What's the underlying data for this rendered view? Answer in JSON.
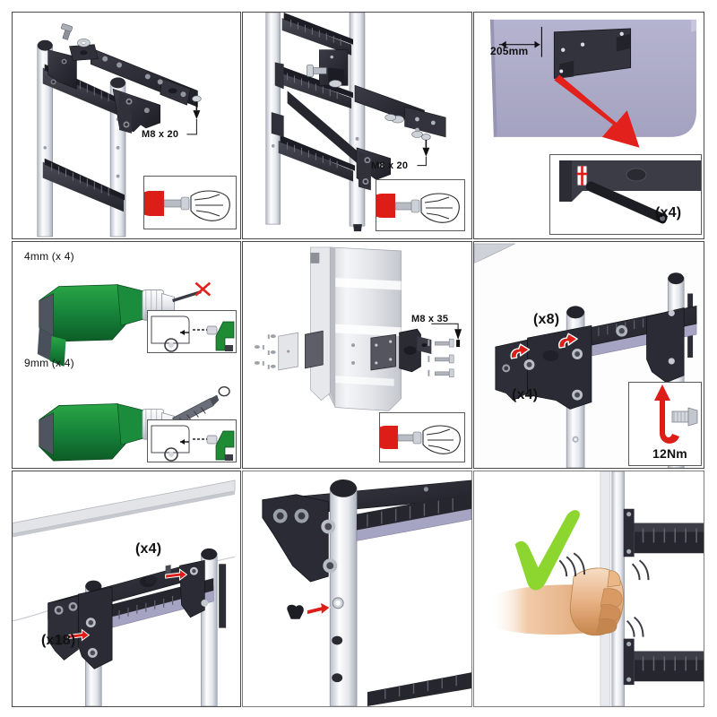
{
  "document": {
    "kind": "assembly-instruction-sheet",
    "layout": "3x3 grid of illustrated steps",
    "background": "#ffffff",
    "panel_border_color": "#4a4a4a"
  },
  "colors": {
    "metal_dark": "#2f2f38",
    "metal_mid": "#4a4a55",
    "lavender_panel": "#acabc8",
    "lavender_light": "#c8c7de",
    "tube_white": "#f3f4f7",
    "tube_shade": "#c9ccd6",
    "arrow_red": "#e2211c",
    "drill_green": "#1f8b35",
    "drill_green_dark": "#146326",
    "check_green": "#8dd630",
    "skin": "#e8b07f",
    "skin_dark": "#b9743c",
    "steel": "#b9bcc4",
    "van_body": "#e8e9ec"
  },
  "panels": [
    {
      "id": "panel-1",
      "name": "ladder-bracket-to-rail-assembly",
      "labels": [
        {
          "text": "M8 x 20",
          "name": "fastener-callout-m8x20"
        }
      ],
      "inset": {
        "name": "hand-tool-inset",
        "icon": "hand-with-red-wrench"
      }
    },
    {
      "id": "panel-2",
      "name": "ladder-rail-bracket-fitting",
      "labels": [
        {
          "text": "M8 x 20",
          "name": "fastener-callout-m8x20"
        }
      ],
      "inset": {
        "name": "hand-tool-inset",
        "icon": "hand-with-red-wrench"
      }
    },
    {
      "id": "panel-3",
      "name": "door-bracket-position-measurement",
      "labels": [
        {
          "text": "205mm",
          "name": "dimension-callout-205mm"
        },
        {
          "text": "(x4)",
          "name": "quantity-callout-x4"
        }
      ],
      "inset": {
        "name": "marking-detail-inset",
        "icon": "marker-pen-on-bracket"
      },
      "arrow": {
        "name": "red-zoom-arrow",
        "color": "#e2211c"
      }
    },
    {
      "id": "panel-4",
      "name": "drilling-pilot-and-clearance-holes",
      "labels": [
        {
          "text": "4mm (x 4)",
          "name": "drill-bit-callout-4mm"
        },
        {
          "text": "9mm (x 4)",
          "name": "drill-bit-callout-9mm"
        }
      ],
      "insets": [
        {
          "name": "van-rear-drill-inset-top",
          "icon": "van-rear-with-drill"
        },
        {
          "name": "van-rear-drill-inset-bottom",
          "icon": "van-rear-with-drill"
        }
      ]
    },
    {
      "id": "panel-5",
      "name": "door-plate-sandwich-exploded-view",
      "labels": [
        {
          "text": "M8 x 35",
          "name": "fastener-callout-m8x35"
        }
      ],
      "inset": {
        "name": "hand-tool-inset",
        "icon": "hand-with-red-wrench"
      }
    },
    {
      "id": "panel-6",
      "name": "tighten-bracket-bolts",
      "labels": [
        {
          "text": "(x8)",
          "name": "quantity-callout-x8"
        },
        {
          "text": "(x4)",
          "name": "quantity-callout-x4"
        },
        {
          "text": "12Nm",
          "name": "torque-callout-12nm"
        }
      ],
      "inset": {
        "name": "torque-detail-inset",
        "icon": "red-rotation-arrow-with-bolt"
      }
    },
    {
      "id": "panel-7",
      "name": "fit-top-crossbar-and-caps",
      "labels": [
        {
          "text": "(x4)",
          "name": "quantity-callout-x4"
        },
        {
          "text": "(x18)",
          "name": "quantity-callout-x18"
        }
      ],
      "arrows": [
        {
          "name": "red-insert-arrow-upper"
        },
        {
          "name": "red-insert-arrow-lower"
        }
      ]
    },
    {
      "id": "panel-8",
      "name": "insert-plug-into-stile-hole-detail",
      "labels": [],
      "arrows": [
        {
          "name": "red-insert-arrow"
        }
      ]
    },
    {
      "id": "panel-9",
      "name": "check-stability-by-hand",
      "labels": [],
      "icons": [
        {
          "name": "green-check-icon",
          "color": "#8dd630"
        },
        {
          "name": "motion-lines-icon"
        }
      ]
    }
  ]
}
